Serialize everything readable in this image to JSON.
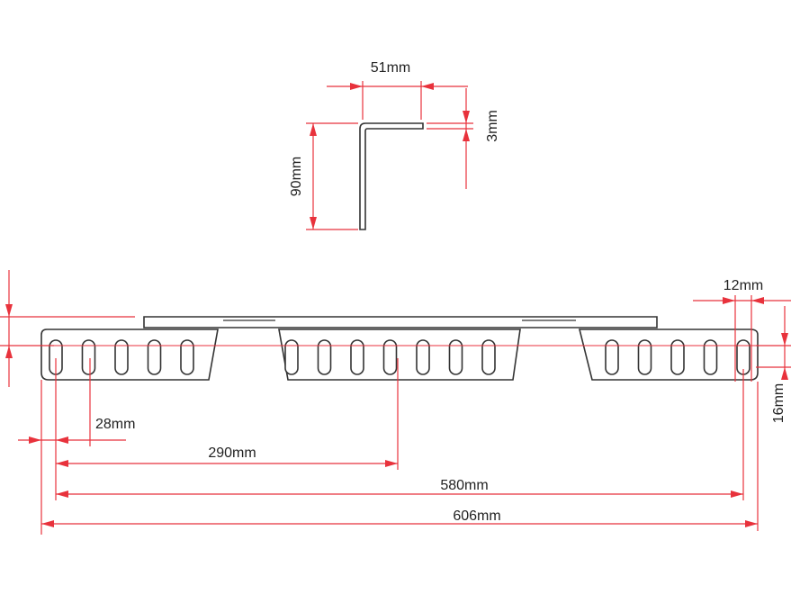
{
  "colors": {
    "dimension": "#e8323c",
    "outline": "#333333",
    "text": "#222222",
    "background": "#ffffff"
  },
  "angle_profile": {
    "width_label": "51mm",
    "thickness_label": "3mm",
    "height_label": "90mm"
  },
  "bracket": {
    "slot_width_label": "12mm",
    "slot_height_label": "16mm",
    "edge_offset_label": "28mm",
    "center_label": "290mm",
    "hole_span_label": "580mm",
    "overall_label": "606mm",
    "slot_groups": [
      5,
      7,
      5
    ]
  }
}
